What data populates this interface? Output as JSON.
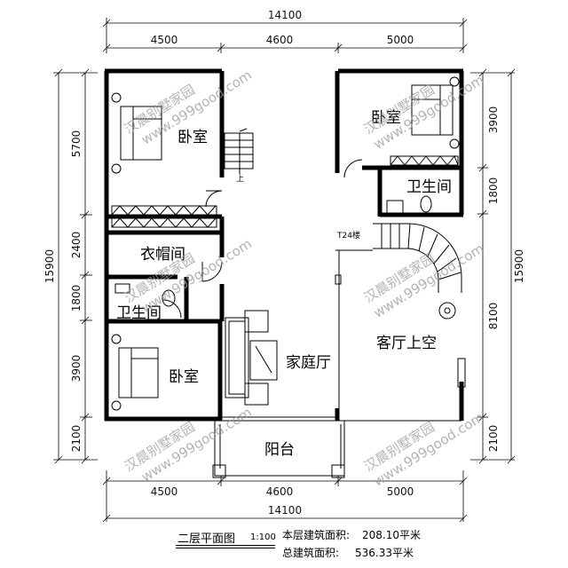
{
  "dimensions": {
    "top_total": "14100",
    "top_segments": [
      "4500",
      "4600",
      "5000"
    ],
    "bottom_segments": [
      "4500",
      "4600",
      "5000"
    ],
    "bottom_total": "14100",
    "left_total": "15900",
    "left_segments": [
      "5700",
      "2400",
      "1800",
      "3900",
      "2100"
    ],
    "right_total": "15900",
    "right_segments": [
      "3900",
      "1800",
      "8100",
      "2100"
    ]
  },
  "rooms": {
    "bedroom_nw": "卧室",
    "bedroom_ne": "卧室",
    "bathroom_e": "卫生间",
    "cloakroom": "衣帽间",
    "bathroom_w": "卫生间",
    "bedroom_sw": "卧室",
    "family_hall": "家庭厅",
    "living_void": "客厅上空",
    "balcony": "阳台"
  },
  "labels": {
    "stair_up": "上",
    "stair_code": "T24楼"
  },
  "watermarks": {
    "brand": "汉晨别墅家园",
    "site": "www.999good.com"
  },
  "footer": {
    "title": "二层平面图",
    "scale": "1:100",
    "floor_area_label": "本层建筑面积:",
    "floor_area_value": "208.10平米",
    "total_area_label": "总建筑面积:",
    "total_area_value": "536.33平米"
  }
}
